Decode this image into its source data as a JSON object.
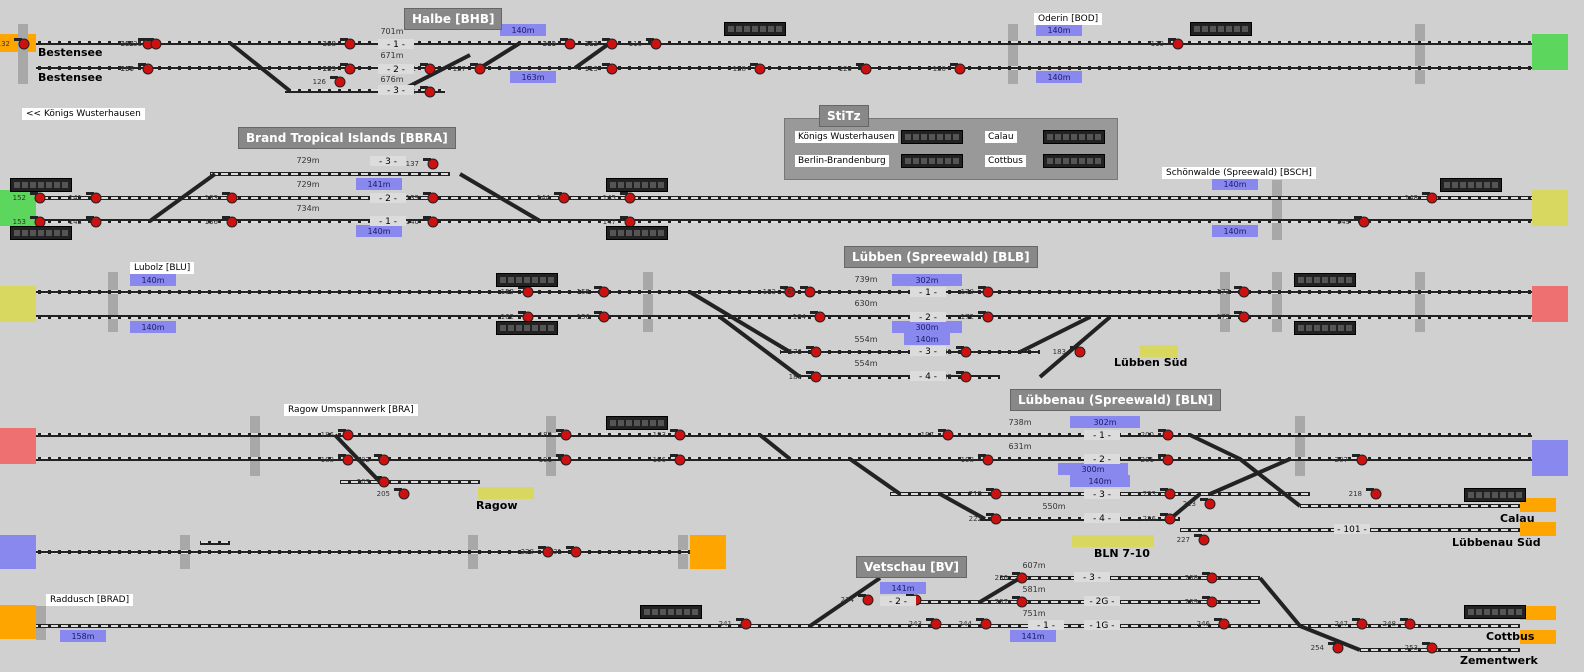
{
  "stations": [
    {
      "id": "bhb",
      "name": "Halbe [BHB]"
    },
    {
      "id": "bbra",
      "name": "Brand Tropical Islands [BBRA]"
    },
    {
      "id": "blb",
      "name": "Lübben (Spreewald) [BLB]"
    },
    {
      "id": "bln",
      "name": "Lübbenau (Spreewald) [BLN]"
    },
    {
      "id": "bv",
      "name": "Vetschau [BV]"
    }
  ],
  "tags": [
    {
      "id": "oderin",
      "text": "Oderin [BOD]"
    },
    {
      "id": "konigs",
      "text": "<< Königs Wusterhausen"
    },
    {
      "id": "bsch",
      "text": "Schönwalde (Spreewald) [BSCH]"
    },
    {
      "id": "blu",
      "text": "Lubolz [BLU]"
    },
    {
      "id": "bra",
      "text": "Ragow Umspannwerk [BRA]"
    },
    {
      "id": "brad",
      "text": "Raddusch [BRAD]"
    }
  ],
  "destinations": [
    {
      "id": "bestensee1",
      "text": "Bestensee"
    },
    {
      "id": "bestensee2",
      "text": "Bestensee"
    },
    {
      "id": "lubbensud",
      "text": "Lübben Süd"
    },
    {
      "id": "ragow",
      "text": "Ragow"
    },
    {
      "id": "bln710",
      "text": "BLN 7-10"
    },
    {
      "id": "calau",
      "text": "Calau"
    },
    {
      "id": "lubbenausud",
      "text": "Lübbenau Süd"
    },
    {
      "id": "cottbus",
      "text": "Cottbus"
    },
    {
      "id": "zementwerk",
      "text": "Zementwerk"
    }
  ],
  "stitz": {
    "title": "StiTz",
    "konigs": "Königs Wusterhausen",
    "calau": "Calau",
    "berlin": "Berlin-Brandenburg",
    "cottbus": "Cottbus"
  },
  "tracks": [
    {
      "id": "t1",
      "label": "- 1 -"
    },
    {
      "id": "t2",
      "label": "- 2 -"
    },
    {
      "id": "t3",
      "label": "- 3 -"
    },
    {
      "id": "b3",
      "label": "- 3 -"
    },
    {
      "id": "b2",
      "label": "- 2 -"
    },
    {
      "id": "b1",
      "label": "- 1 -"
    },
    {
      "id": "l1",
      "label": "- 1 -"
    },
    {
      "id": "l2",
      "label": "- 2 -"
    },
    {
      "id": "l3",
      "label": "- 3 -"
    },
    {
      "id": "l4",
      "label": "- 4 -"
    },
    {
      "id": "n1",
      "label": "- 1 -"
    },
    {
      "id": "n2",
      "label": "- 2 -"
    },
    {
      "id": "n3",
      "label": "- 3 -"
    },
    {
      "id": "n4",
      "label": "- 4 -"
    },
    {
      "id": "n101",
      "label": "- 101 -"
    },
    {
      "id": "v3",
      "label": "- 3 -"
    },
    {
      "id": "v2",
      "label": "- 2 -"
    },
    {
      "id": "v2g",
      "label": "- 2G -"
    },
    {
      "id": "v1",
      "label": "- 1 -"
    },
    {
      "id": "v1g",
      "label": "- 1G -"
    }
  ],
  "lengths": [
    {
      "id": "a",
      "text": "701m"
    },
    {
      "id": "b",
      "text": "671m"
    },
    {
      "id": "c",
      "text": "676m"
    },
    {
      "id": "d",
      "text": "729m"
    },
    {
      "id": "e",
      "text": "729m"
    },
    {
      "id": "f",
      "text": "734m"
    },
    {
      "id": "g",
      "text": "739m"
    },
    {
      "id": "h",
      "text": "630m"
    },
    {
      "id": "i",
      "text": "554m"
    },
    {
      "id": "j",
      "text": "554m"
    },
    {
      "id": "k",
      "text": "738m"
    },
    {
      "id": "l",
      "text": "631m"
    },
    {
      "id": "m",
      "text": "550m"
    },
    {
      "id": "n",
      "text": "607m"
    },
    {
      "id": "o",
      "text": "581m"
    },
    {
      "id": "p",
      "text": "751m"
    }
  ],
  "blocks": [
    {
      "id": "h1",
      "text": "140m"
    },
    {
      "id": "h2",
      "text": "163m"
    },
    {
      "id": "h3",
      "text": "140m"
    },
    {
      "id": "h4",
      "text": "140m"
    },
    {
      "id": "b1",
      "text": "141m"
    },
    {
      "id": "b2",
      "text": "140m"
    },
    {
      "id": "b3",
      "text": "140m"
    },
    {
      "id": "b4",
      "text": "140m"
    },
    {
      "id": "u1",
      "text": "140m"
    },
    {
      "id": "u2",
      "text": "140m"
    },
    {
      "id": "l1",
      "text": "302m"
    },
    {
      "id": "l2",
      "text": "300m"
    },
    {
      "id": "l3",
      "text": "140m"
    },
    {
      "id": "n1",
      "text": "302m"
    },
    {
      "id": "n2",
      "text": "300m"
    },
    {
      "id": "n3",
      "text": "140m"
    },
    {
      "id": "v1",
      "text": "141m"
    },
    {
      "id": "v2",
      "text": "141m"
    },
    {
      "id": "r1",
      "text": "158m"
    }
  ],
  "signal_numbers": [
    "103",
    "106",
    "108",
    "109",
    "111",
    "112",
    "113",
    "116",
    "119",
    "122",
    "125",
    "126",
    "127",
    "128",
    "129",
    "130",
    "131",
    "132",
    "133",
    "136",
    "137",
    "139",
    "140",
    "141",
    "142",
    "144",
    "145",
    "147",
    "148",
    "149",
    "152",
    "153",
    "155",
    "156",
    "159",
    "162",
    "163",
    "164",
    "165",
    "170",
    "172",
    "173",
    "175",
    "176",
    "180",
    "181",
    "182",
    "183",
    "186",
    "188",
    "189",
    "191",
    "193",
    "196",
    "197",
    "198",
    "200",
    "201",
    "202",
    "203",
    "205",
    "207",
    "213",
    "218",
    "219",
    "222",
    "223",
    "226",
    "227",
    "228",
    "231",
    "234",
    "235",
    "236",
    "237",
    "238",
    "239",
    "241",
    "243",
    "244",
    "246",
    "247",
    "248",
    "253",
    "254",
    "255",
    "257",
    "258",
    "259",
    "260",
    "261"
  ],
  "colors": {
    "west_halbe": "#ffa500",
    "green_end": "#5cd65c",
    "yellow_end": "#d8d860",
    "red_end": "#ee7070",
    "blue_end": "#8888ee",
    "block_fill": "#8888ee",
    "signal_red": "#cc1111"
  }
}
